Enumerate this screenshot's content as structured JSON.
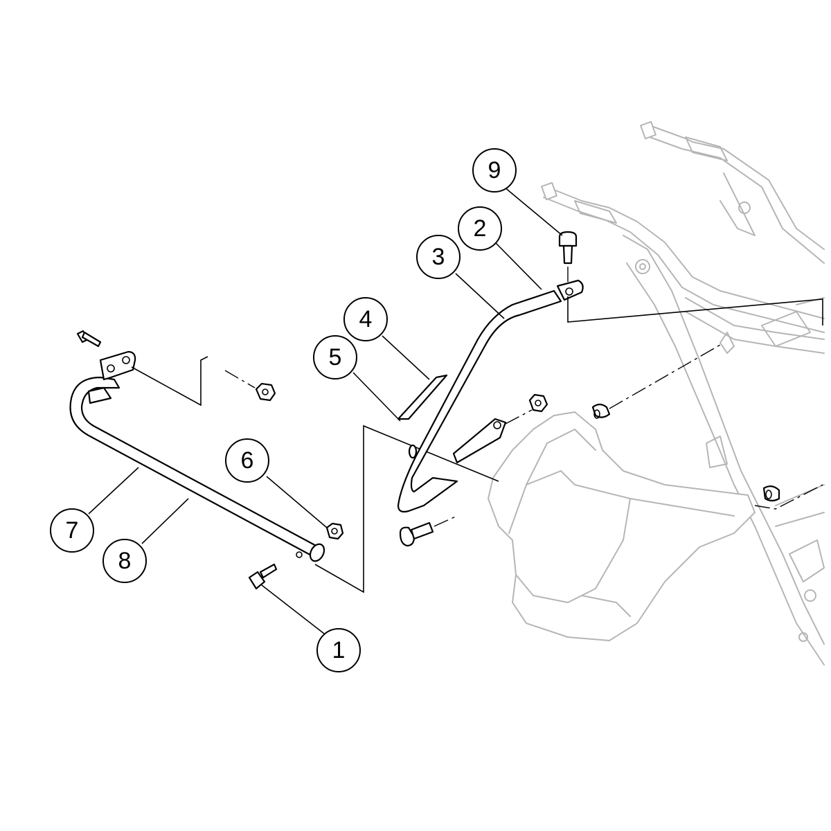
{
  "callouts": [
    {
      "id": "1",
      "label": "1"
    },
    {
      "id": "2",
      "label": "2"
    },
    {
      "id": "3",
      "label": "3"
    },
    {
      "id": "4",
      "label": "4"
    },
    {
      "id": "5",
      "label": "5"
    },
    {
      "id": "6",
      "label": "6"
    },
    {
      "id": "7",
      "label": "7"
    },
    {
      "id": "8",
      "label": "8"
    },
    {
      "id": "9",
      "label": "9"
    }
  ],
  "colors": {
    "line": "#000000",
    "ghost_frame": "#b5b5b5",
    "background": "#ffffff"
  }
}
